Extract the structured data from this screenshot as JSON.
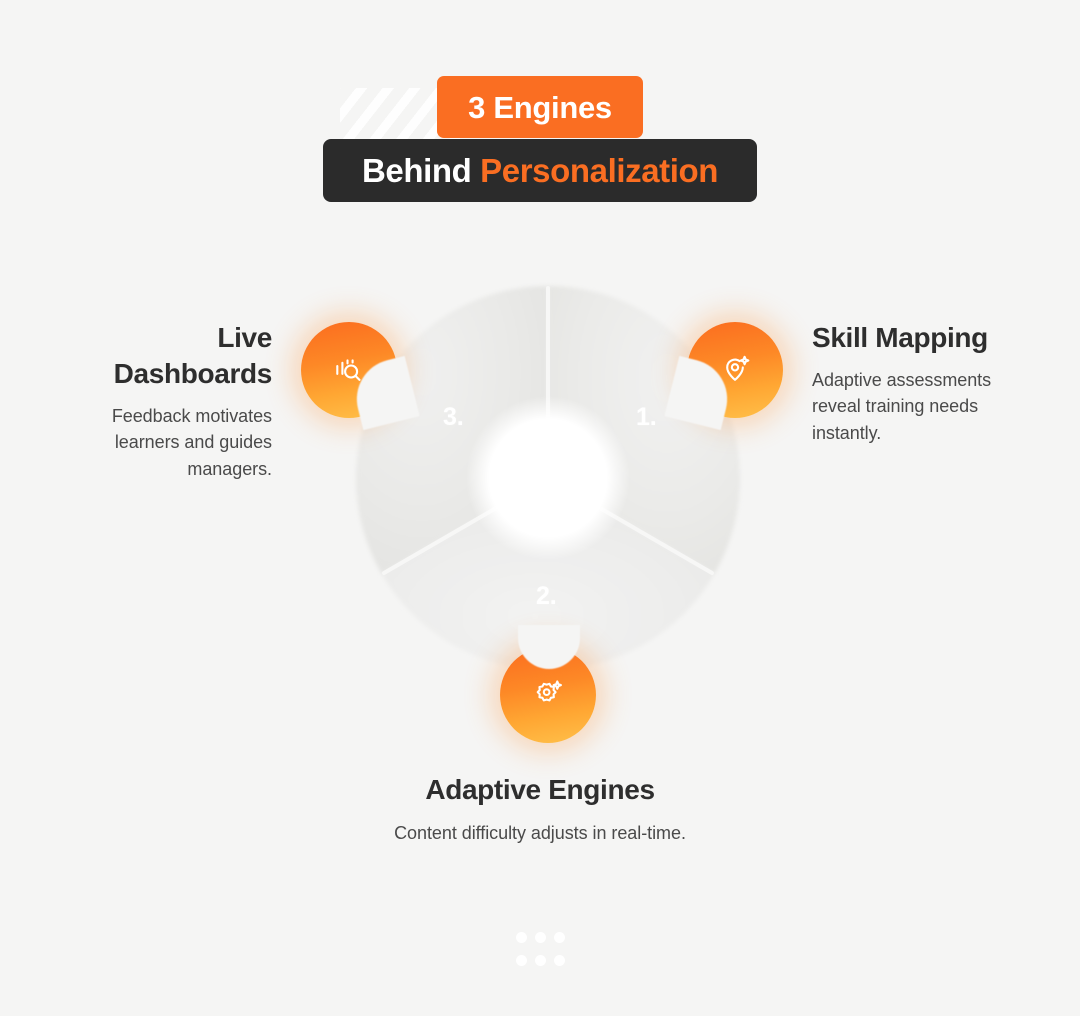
{
  "page": {
    "background_color": "#f5f5f4",
    "accent_color": "#fa6e22",
    "dark_color": "#2b2b2b",
    "text_color": "#2e2e2e"
  },
  "header": {
    "badge_label": "3 Engines",
    "title_part_1": "Behind ",
    "title_part_2": "Personalization"
  },
  "diagram": {
    "type": "donut",
    "segments": [
      {
        "number": "1.",
        "label": "Skill Mapping"
      },
      {
        "number": "2.",
        "label": "Adaptive Engines"
      },
      {
        "number": "3.",
        "label": "Live Dashboards"
      }
    ],
    "nodes": [
      {
        "icon": "location-pin-sparkle-icon",
        "position": "right"
      },
      {
        "icon": "gear-sparkle-icon",
        "position": "bottom"
      },
      {
        "icon": "bar-chart-search-icon",
        "position": "left"
      }
    ]
  },
  "items": {
    "skill_mapping": {
      "title": "Skill Mapping",
      "description": "Adaptive assessments reveal training needs instantly."
    },
    "adaptive_engines": {
      "title": "Adaptive Engines",
      "description": "Content difficulty adjusts in real-time."
    },
    "live_dashboards": {
      "title": "Live Dashboards",
      "description": "Feedback motivates learners and guides managers."
    }
  },
  "chart_data": {
    "type": "pie",
    "title": "3 Engines Behind Personalization",
    "labels": [
      "Skill Mapping",
      "Adaptive Engines",
      "Live Dashboards"
    ],
    "values": [
      33.3,
      33.3,
      33.3
    ],
    "slice_numbers": [
      "1.",
      "2.",
      "3."
    ],
    "colors": [
      "#ececea",
      "#efefee",
      "#eaeae8"
    ],
    "donut_hole_ratio": 0.3,
    "legend": "none",
    "grid": false
  }
}
